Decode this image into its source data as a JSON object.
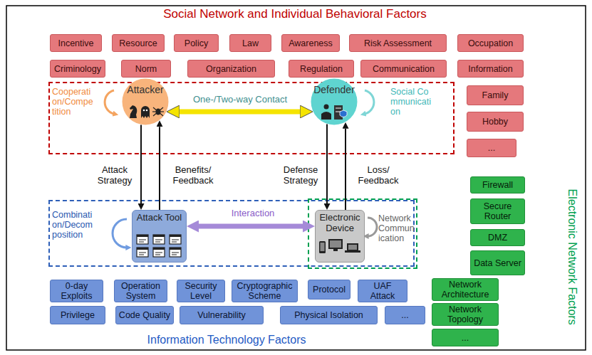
{
  "diagram": {
    "nodes": [
      {
        "text": [
          "Incentive"
        ]
      },
      {
        "text": [
          "Resource"
        ]
      },
      {
        "text": [
          "Policy"
        ]
      },
      {
        "text": [
          "Law"
        ]
      },
      {
        "text": [
          "Awareness"
        ]
      },
      {
        "text": [
          "Risk Assessment"
        ]
      },
      {
        "text": [
          "Occupation"
        ]
      },
      {
        "text": [
          "Criminology"
        ]
      },
      {
        "text": [
          "Norm"
        ]
      },
      {
        "text": [
          "Organization"
        ]
      },
      {
        "text": [
          "Regulation"
        ]
      },
      {
        "text": [
          "Communication"
        ]
      },
      {
        "text": [
          "Information"
        ]
      },
      {
        "text": [
          "Family"
        ]
      },
      {
        "text": [
          "Hobby"
        ]
      },
      {
        "text": [
          "..."
        ]
      },
      {
        "text": [
          "Cooperation/Competition",
          "Social Communication"
        ]
      },
      {
        "text": [
          "Attacker"
        ],
        "in": 16
      },
      {
        "text": [
          "Defender"
        ],
        "in": 16
      },
      {
        "text": [
          "Combination/Decomposition"
        ]
      },
      {
        "text": [
          "Attack Tool"
        ],
        "in": 19
      },
      {
        "text": [
          "Network Communication"
        ],
        "in": 19
      },
      {
        "text": [
          "Electronic Device"
        ],
        "in": 21
      },
      {
        "text": [
          "Firewall"
        ]
      },
      {
        "text": [
          "Secure Router"
        ]
      },
      {
        "text": [
          "DMZ"
        ]
      },
      {
        "text": [
          "Data Server"
        ]
      },
      {
        "text": [
          "Network Architecture"
        ]
      },
      {
        "text": [
          "Network Topology"
        ]
      },
      {
        "text": [
          "..."
        ]
      },
      {
        "text": [
          "0-day Exploits"
        ]
      },
      {
        "text": [
          "Operation System"
        ]
      },
      {
        "text": [
          "Security Level"
        ]
      },
      {
        "text": [
          "Cryptographic Scheme"
        ]
      },
      {
        "text": [
          "Protocol"
        ]
      },
      {
        "text": [
          "UAF Attack"
        ]
      },
      {
        "text": [
          "Privilege"
        ]
      },
      {
        "text": [
          "Code Quality"
        ]
      },
      {
        "text": [
          "Vulnerability"
        ]
      },
      {
        "text": [
          "Physical Isolation"
        ]
      },
      {
        "text": [
          "..."
        ]
      }
    ],
    "edges": [
      {
        "from": 17,
        "to": 18,
        "label": "One-/Two-way Contact",
        "arrow": "both"
      },
      {
        "from": 17,
        "to": 20,
        "label": "Attack Strategy",
        "arrow": "to"
      },
      {
        "from": 20,
        "to": 17,
        "label": "Benefits/ Feedback",
        "arrow": "to"
      },
      {
        "from": 18,
        "to": 22,
        "label": "Defense Strategy",
        "arrow": "to"
      },
      {
        "from": 22,
        "to": 18,
        "label": "Loss/ Feedback",
        "arrow": "to"
      },
      {
        "from": 20,
        "to": 22,
        "label": "Interaction",
        "arrow": "both"
      }
    ],
    "labels": [
      "Social Network and Individual Behavioral Factors",
      "Information Technology Factors",
      "Electronic Network Factors"
    ]
  }
}
